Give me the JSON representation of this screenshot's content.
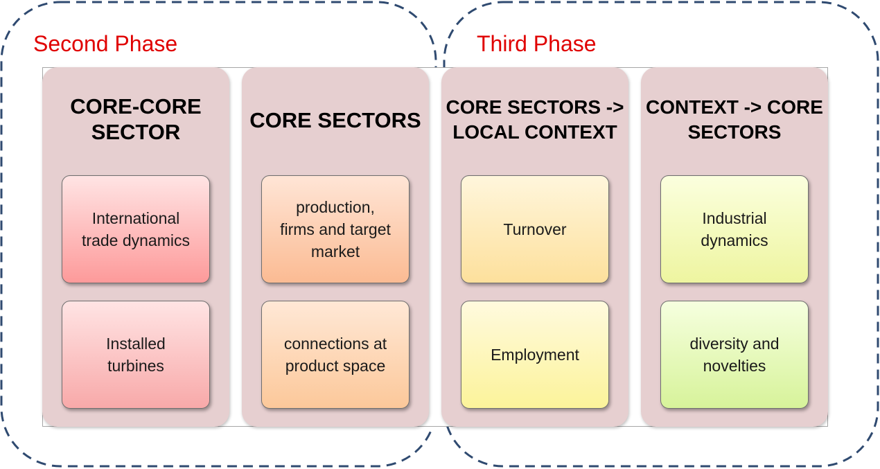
{
  "colors": {
    "phase_label": "#e00000",
    "outline": "#2f4a70",
    "column_bg": "#e6cfd0"
  },
  "phases": [
    {
      "label": "Second Phase"
    },
    {
      "label": "Third Phase"
    }
  ],
  "columns": [
    {
      "title_lines": [
        "CORE-CORE",
        "SECTOR"
      ],
      "boxes": [
        {
          "lines": [
            "International",
            "trade dynamics"
          ]
        },
        {
          "lines": [
            "Installed",
            "turbines"
          ]
        }
      ]
    },
    {
      "title_lines": [
        "CORE SECTORS"
      ],
      "boxes": [
        {
          "lines": [
            "production,",
            "firms and target",
            "market"
          ]
        },
        {
          "lines": [
            "connections at",
            "product space"
          ]
        }
      ]
    },
    {
      "title_lines": [
        "CORE SECTORS ->",
        "LOCAL CONTEXT"
      ],
      "boxes": [
        {
          "lines": [
            "Turnover"
          ]
        },
        {
          "lines": [
            "Employment"
          ]
        }
      ]
    },
    {
      "title_lines": [
        "CONTEXT -> CORE",
        "SECTORS"
      ],
      "boxes": [
        {
          "lines": [
            "Industrial",
            "dynamics"
          ]
        },
        {
          "lines": [
            "diversity and",
            "novelties"
          ]
        }
      ]
    }
  ]
}
